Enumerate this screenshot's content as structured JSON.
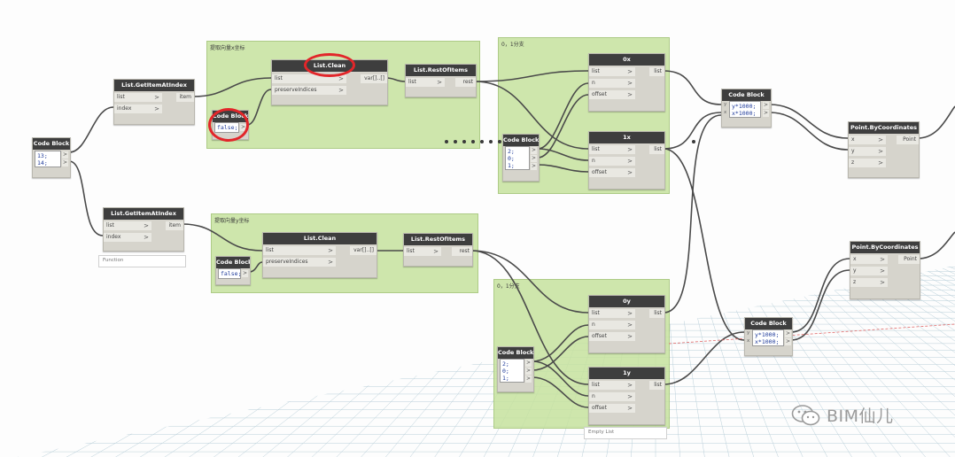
{
  "groups": {
    "x_group_title": "提取向量x坐标",
    "y_group_title": "提取向量y坐标",
    "x_branch_title": "0，1分支",
    "y_branch_title": "0，1分支"
  },
  "nodes": {
    "code_block_label": "Code Block",
    "code_main": "13;\n14;",
    "getitem_label": "List.GetItemAtIndex",
    "clean_label": "List.Clean",
    "rest_label": "List.RestOfItems",
    "false_code": "false;",
    "code_012": "2;\n0;\n1;",
    "scale_code": "y*1000;\nx*1000;",
    "point_label": "Point.ByCoordinates",
    "node_0x": "0x",
    "node_1x": "1x",
    "node_0y": "0y",
    "node_1y": "1y",
    "function_tip": "Function",
    "empty_list_tip": "Empty List"
  },
  "ports": {
    "list": "list",
    "index": "index",
    "item": "item",
    "preserve": "preserveIndices",
    "var": "var[]..[]",
    "rest": "rest",
    "n": "n",
    "offset": "offset",
    "x": "x",
    "y": "y",
    "z": "z",
    "point": "Point",
    "chev": ">"
  },
  "watermark": {
    "text": "BIM仙儿",
    "icon": "wechat-icon"
  },
  "colors": {
    "group_fill": "#c6e29e",
    "node_header": "#3e3e3e",
    "highlight_circle": "#e2262a",
    "code_text": "#1f3b9a"
  }
}
